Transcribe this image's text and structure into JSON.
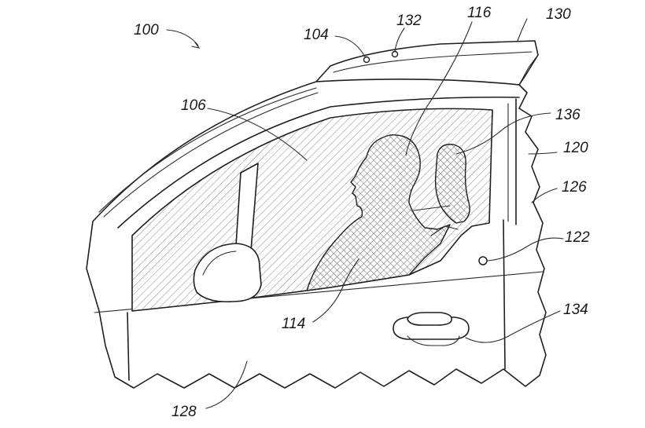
{
  "labels": {
    "r100": "100",
    "r104": "104",
    "r132": "132",
    "r116": "116",
    "r130": "130",
    "r106": "106",
    "r136": "136",
    "r120": "120",
    "r126": "126",
    "r122": "122",
    "r114": "114",
    "r134": "134",
    "r128": "128"
  }
}
